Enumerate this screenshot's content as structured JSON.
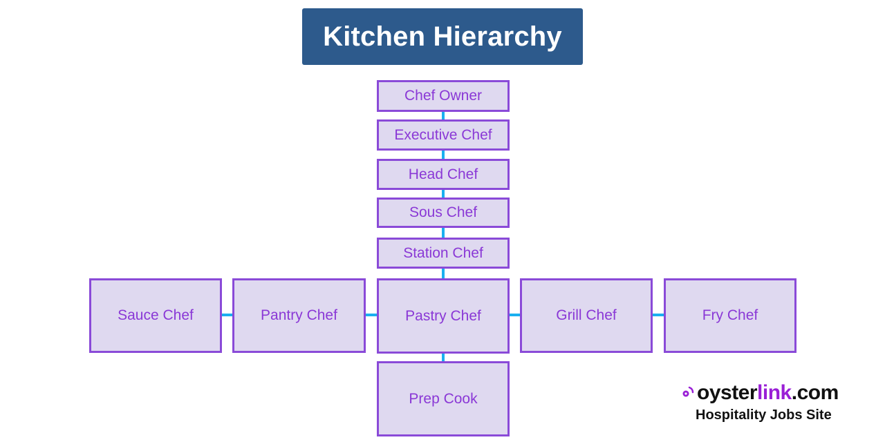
{
  "title": "Kitchen Hierarchy",
  "nodes": {
    "chef_owner": "Chef Owner",
    "executive_chef": "Executive Chef",
    "head_chef": "Head Chef",
    "sous_chef": "Sous Chef",
    "station_chef": "Station Chef",
    "sauce_chef": "Sauce Chef",
    "pantry_chef": "Pantry Chef",
    "pastry_chef": "Pastry Chef",
    "grill_chef": "Grill Chef",
    "fry_chef": "Fry Chef",
    "prep_cook": "Prep Cook"
  },
  "colors": {
    "title_bg": "#2d5a8c",
    "node_fill": "#dfd9f0",
    "node_border": "#8a4ad8",
    "node_text": "#8a38d6",
    "connector": "#1ab0f0",
    "logo_accent": "#9a1fd6"
  },
  "logo": {
    "word_main": "oyster",
    "word_accent": "link",
    "word_suffix": ".com",
    "tagline": "Hospitality Jobs Site"
  }
}
